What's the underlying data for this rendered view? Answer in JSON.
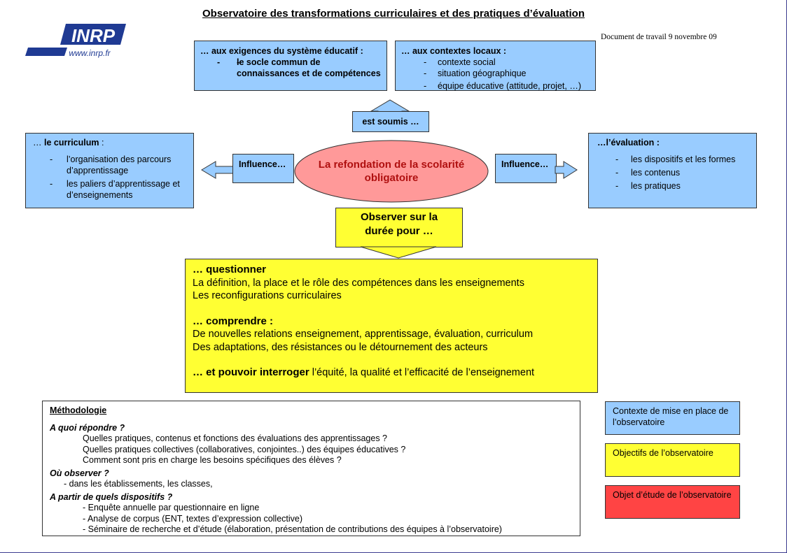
{
  "title": "Observatoire des transformations curriculaires et des pratiques d’évaluation",
  "doc_note": "Document de travail 9 novembre 09",
  "logo": {
    "name": "INRP",
    "url": "www.inrp.fr"
  },
  "top_left_box": {
    "heading": "… aux exigences du système éducatif :",
    "items": [
      "le socle commun de connaissances et de compétences"
    ]
  },
  "top_right_box": {
    "heading": "… aux contextes locaux :",
    "items": [
      "contexte social",
      "situation géographique",
      "équipe éducative (attitude, projet, …)"
    ]
  },
  "est_soumis": "est soumis …",
  "center_ellipse": "La refondation de la scolarité obligatoire",
  "influence_left": "Influence…",
  "influence_right": "Influence…",
  "curriculum_box": {
    "heading_pre": "… ",
    "heading_bold": "le curriculum",
    "heading_post": " :",
    "items": [
      "l’organisation des parcours d’apprentissage",
      "les paliers d’apprentissage et d’enseignements"
    ]
  },
  "evaluation_box": {
    "heading": "…l’évaluation :",
    "items": [
      "les dispositifs et les formes",
      "les contenus",
      "les pratiques"
    ]
  },
  "observer_box": "Observer sur la durée  pour …",
  "objectives": {
    "q_heading": "… questionner",
    "q_lines": [
      "La définition, la place et le rôle des compétences dans les enseignements",
      "Les reconfigurations curriculaires"
    ],
    "c_heading": "… comprendre :",
    "c_lines": [
      "De nouvelles relations enseignement, apprentissage, évaluation, curriculum",
      "Des adaptations, des résistances ou le détournement des acteurs"
    ],
    "i_heading": "… et pouvoir interroger",
    "i_text": " l’équité, la qualité et l’efficacité de l’enseignement"
  },
  "methodology": {
    "title": "Méthodologie",
    "sections": [
      {
        "heading": "A quoi répondre ?",
        "lines": [
          "Quelles pratiques, contenus et fonctions des évaluations des apprentissages ?",
          "Quelles pratiques collectives (collaboratives, conjointes..) des équipes éducatives ?",
          "Comment sont pris en charge les besoins spécifiques des élèves ?"
        ]
      },
      {
        "heading": "Où observer ?",
        "lines": [
          "- dans les établissements, les classes,"
        ]
      },
      {
        "heading": "A partir de quels dispositifs ?",
        "lines": [
          "- Enquête annuelle par questionnaire en ligne",
          "- Analyse de corpus (ENT, textes d’expression collective)",
          "- Séminaire de recherche et d’étude (élaboration, présentation de contributions des équipes à l’observatoire)"
        ]
      }
    ]
  },
  "legend": [
    {
      "label": "Contexte de mise en place de l’observatoire",
      "color": "#99ccff"
    },
    {
      "label": "Objectifs de l’observatoire",
      "color": "#ffff33"
    },
    {
      "label": "Objet d’étude de l’observatoire",
      "color": "#ff4444"
    }
  ]
}
